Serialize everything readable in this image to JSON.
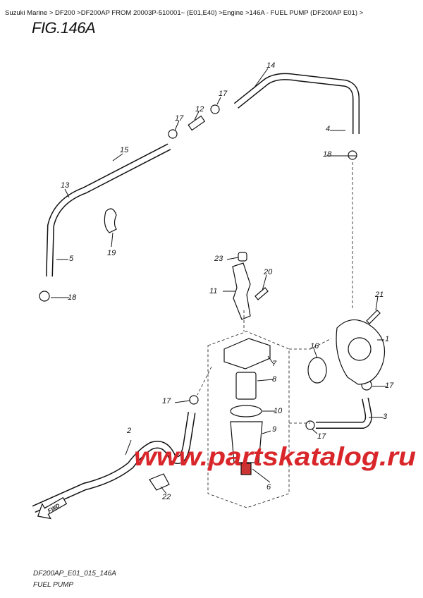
{
  "breadcrumb": "Suzuki Marine > DF200 >DF200AP FROM 20003P-510001~ (E01,E40) >Engine >146A - FUEL PUMP (DF200AP E01) >",
  "figure_title": "FIG.146A",
  "diagram_code": "DF200AP_E01_015_146A",
  "caption": "FUEL PUMP",
  "watermark": "www.partskatalog.ru",
  "watermark_color": "#d9262a",
  "fwd_label": "FWD",
  "callouts": [
    "14",
    "17",
    "12",
    "17",
    "4",
    "18",
    "15",
    "13",
    "5",
    "19",
    "18",
    "23",
    "20",
    "11",
    "21",
    "1",
    "16",
    "7",
    "8",
    "17",
    "17",
    "10",
    "3",
    "9",
    "2",
    "17",
    "6",
    "22"
  ]
}
